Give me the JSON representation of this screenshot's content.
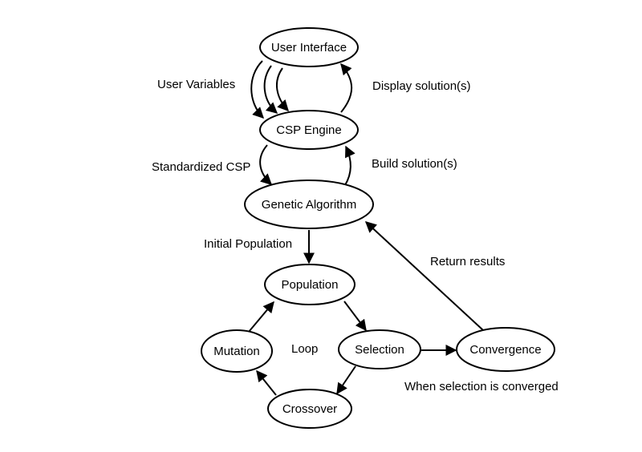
{
  "nodes": {
    "user_interface": "User Interface",
    "csp_engine": "CSP Engine",
    "genetic_algorithm": "Genetic Algorithm",
    "population": "Population",
    "mutation": "Mutation",
    "selection": "Selection",
    "convergence": "Convergence",
    "crossover": "Crossover"
  },
  "edge_labels": {
    "user_variables": "User Variables",
    "display_solutions": "Display solution(s)",
    "standardized_csp": "Standardized CSP",
    "build_solutions": "Build solution(s)",
    "initial_population": "Initial Population",
    "return_results": "Return results",
    "loop": "Loop",
    "when_converged": "When selection is converged"
  },
  "colors": {
    "stroke": "#000000",
    "background": "#ffffff"
  }
}
